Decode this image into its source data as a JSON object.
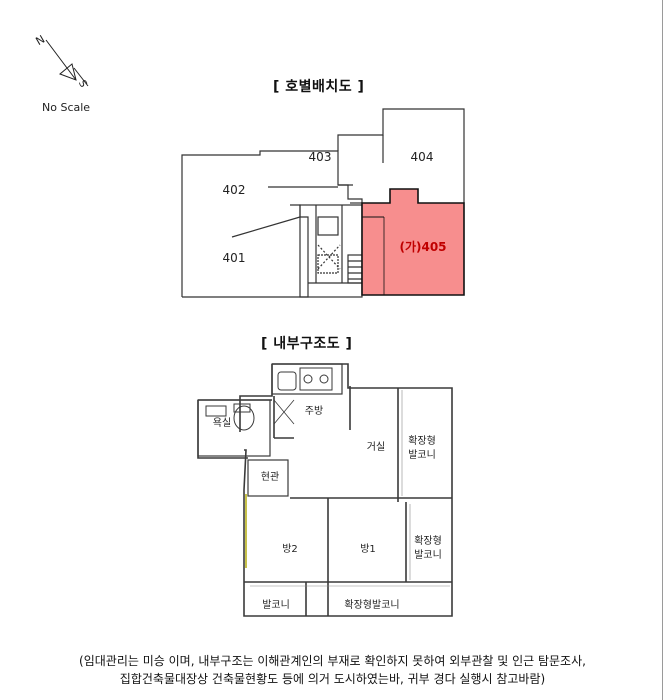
{
  "compass": {
    "north": "N",
    "south": "S",
    "scale_label": "No Scale"
  },
  "site_plan": {
    "title": "[ 호별배치도 ]",
    "units": [
      "401",
      "402",
      "403",
      "404",
      "(가)405"
    ],
    "highlight_color": "#f78e8e",
    "highlight_text_color": "#c00000"
  },
  "floor_plan": {
    "title": "[ 내부구조도 ]",
    "rooms": {
      "bath": "욕실",
      "kitchen": "주방",
      "living": "거실",
      "ext_balcony_top": [
        "확장형",
        "발코니"
      ],
      "entrance": "현관",
      "room2": "방2",
      "room1": "방1",
      "ext_balcony_mid": [
        "확장형",
        "발코니"
      ],
      "balcony": "발코니",
      "ext_balcony_bottom": "확장형발코니"
    }
  },
  "notes": {
    "line1": "(임대관리는 미승 이며, 내부구조는 이해관계인의 부재로 확인하지 못하여 외부관찰 및 인근 탐문조사,",
    "line2": "집합건축물대장상 건축물현황도 등에 의거 도시하였는바, 귀부 경다 실행시 참고바람)"
  }
}
